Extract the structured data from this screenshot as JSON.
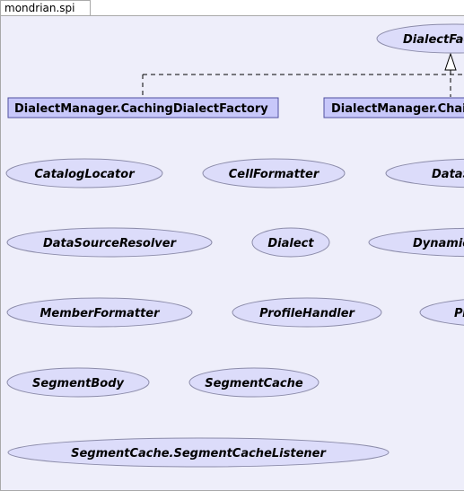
{
  "package_tab": "mondrian.spi",
  "colors": {
    "frame_bg": "#eeeefa",
    "node_fill": "#dcdcfa",
    "node_stroke": "#8c8caa",
    "class_fill": "#c8c8fa",
    "class_stroke": "#5050a0"
  },
  "interfaces": {
    "dialect_factory": "DialectFactory",
    "catalog_locator": "CatalogLocator",
    "cell_formatter": "CellFormatter",
    "data_col3_row1": "DataServicesProvider",
    "datasource_resolver": "DataSourceResolver",
    "dialect": "Dialect",
    "dynamic_col3": "DynamicSchemaProcessor",
    "member_formatter": "MemberFormatter",
    "profile_handler": "ProfileHandler",
    "p_col3": "PropertyFormatter",
    "segment_body": "SegmentBody",
    "segment_cache": "SegmentCache",
    "segment_cache_listener": "SegmentCache.SegmentCacheListener"
  },
  "classes": {
    "caching_factory": "DialectManager.CachingDialectFactory",
    "chained_factory": "DialectManager.ChainedDialectFactory"
  }
}
